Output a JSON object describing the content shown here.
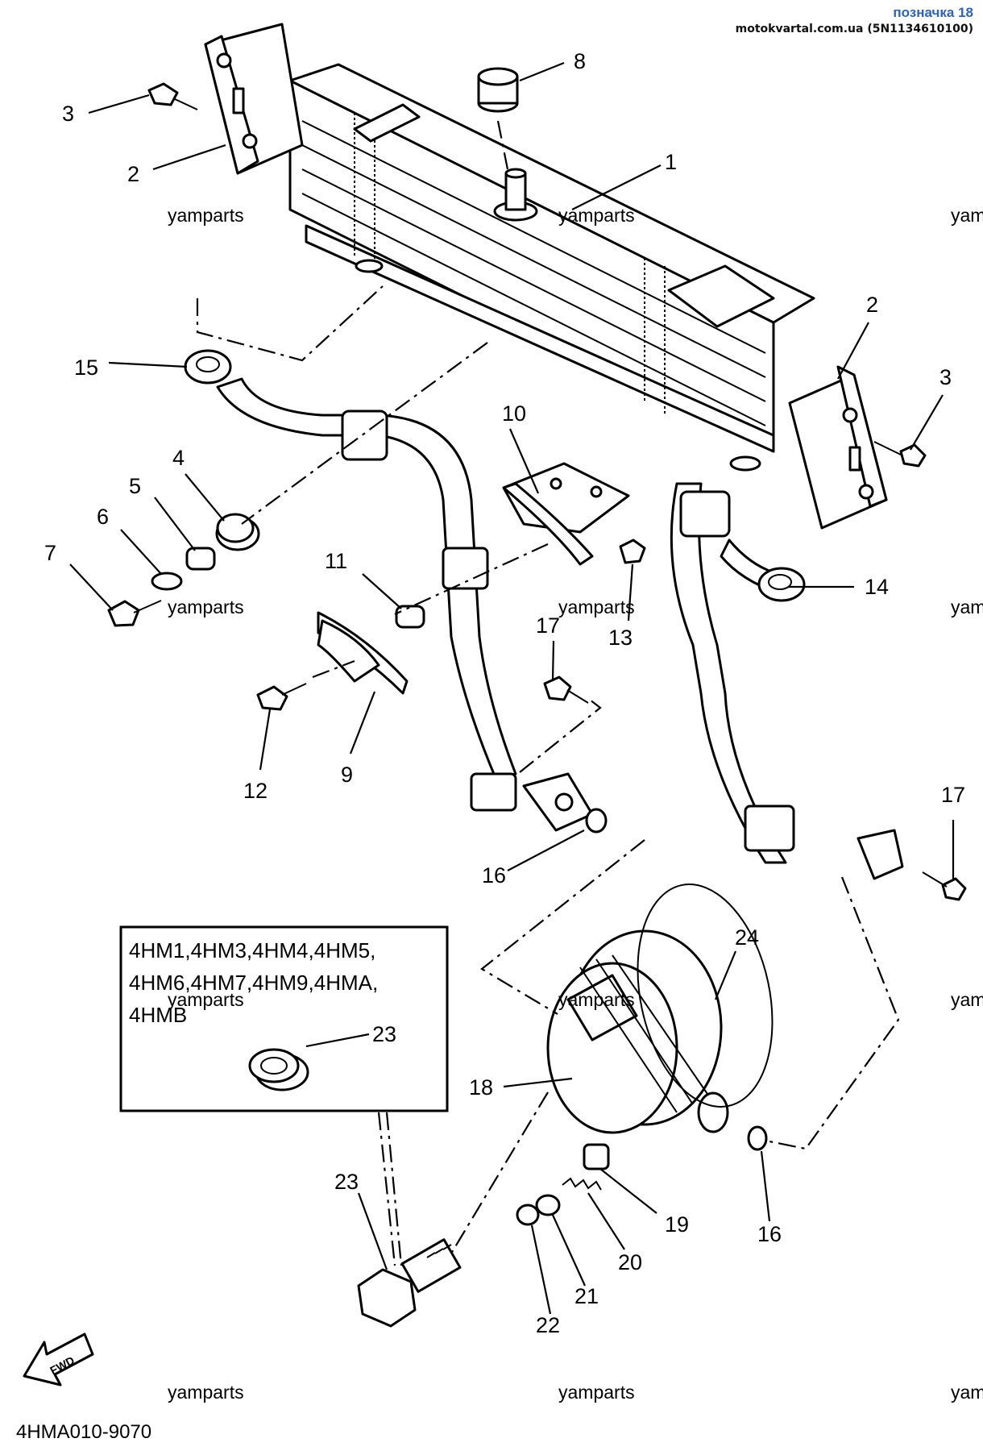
{
  "header": {
    "title": "позначка 18",
    "subtitle": "motokvartal.com.ua (5N1134610100)"
  },
  "watermark": "yamparts",
  "drawing_code": "4HMA010-9070",
  "fwd_label": "FWD",
  "note_box": {
    "line1": "4HM1,4HM3,4HM4,4HM5,",
    "line2": "4HM6,4HM7,4HM9,4HMA,",
    "line3": "4HMB",
    "part_number": "23"
  },
  "callouts": [
    "1",
    "2",
    "3",
    "8",
    "2",
    "3",
    "15",
    "10",
    "4",
    "5",
    "6",
    "7",
    "11",
    "13",
    "14",
    "17",
    "12",
    "9",
    "16",
    "17",
    "24",
    "23",
    "18",
    "19",
    "20",
    "21",
    "22",
    "16"
  ]
}
